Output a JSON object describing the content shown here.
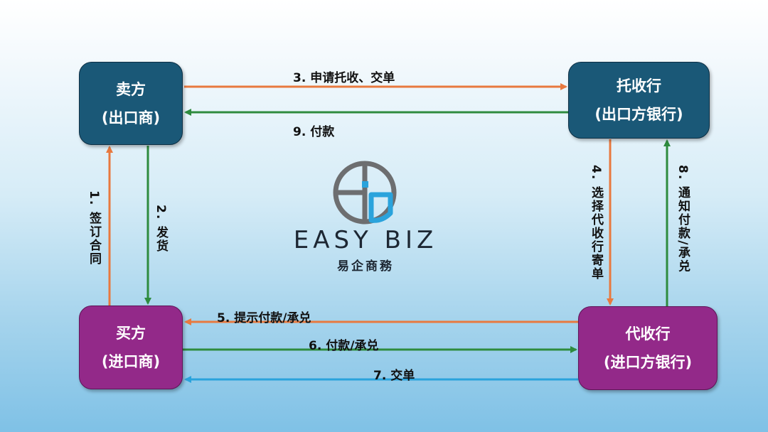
{
  "nodes": {
    "seller": {
      "line1": "卖方",
      "line2": "(出口商)"
    },
    "collecting_bank": {
      "line1": "托收行",
      "line2": "(出口方银行)"
    },
    "buyer": {
      "line1": "买方",
      "line2": "(进口商)"
    },
    "presenting_bank": {
      "line1": "代收行",
      "line2": "(进口方银行)"
    }
  },
  "steps": {
    "s1": "1. 签订合同",
    "s2": "2. 发货",
    "s3": "3. 申请托收、交单",
    "s4": "4. 选择代收行寄单",
    "s5": "5. 提示付款/承兑",
    "s6": "6. 付款/承兑",
    "s7": "7. 交单",
    "s8": "8. 通知付款/承兑",
    "s9": "9. 付款"
  },
  "logo": {
    "name": "EASY BIZ",
    "subtitle": "易企商務"
  },
  "colors": {
    "orange": "#e8793f",
    "green": "#2e8b3e",
    "blue": "#2aa3dc",
    "teal_box": "#1a5877",
    "purple_box": "#932989",
    "logo_grey": "#6d6e70",
    "logo_blue": "#2aa3dc"
  }
}
